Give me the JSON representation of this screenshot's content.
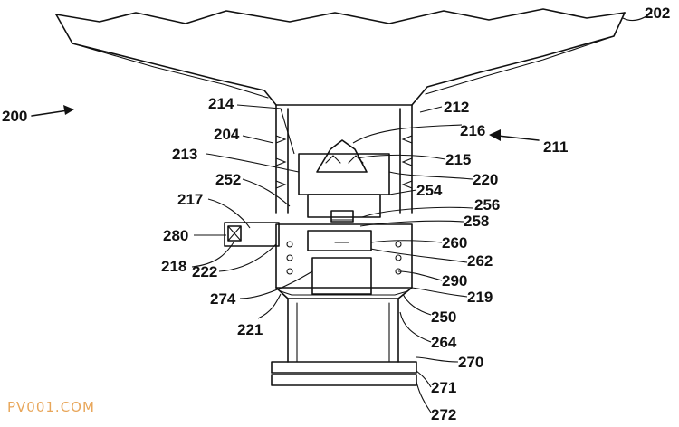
{
  "figure": {
    "reference_numerals": {
      "r200": "200",
      "r202": "202",
      "r204": "204",
      "r211": "211",
      "r212": "212",
      "r213": "213",
      "r214": "214",
      "r215": "215",
      "r216": "216",
      "r217": "217",
      "r218": "218",
      "r219": "219",
      "r220": "220",
      "r221": "221",
      "r222": "222",
      "r250": "250",
      "r252": "252",
      "r254": "254",
      "r256": "256",
      "r258": "258",
      "r260": "260",
      "r262": "262",
      "r264": "264",
      "r270": "270",
      "r271": "271",
      "r272": "272",
      "r274": "274",
      "r280": "280",
      "r290": "290"
    }
  },
  "watermark": "PV001.COM",
  "colors": {
    "line": "#111111",
    "watermark": "#e8a65a",
    "background": "#ffffff"
  }
}
